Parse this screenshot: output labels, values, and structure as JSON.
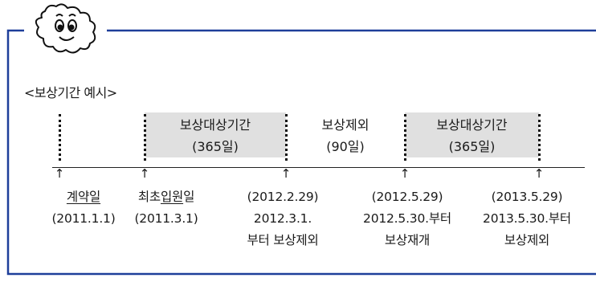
{
  "title": "<보상기간 예시>",
  "boxes": [
    {
      "line1": "보상대상기간",
      "line2": "(365일)"
    },
    {
      "line1": "보상제외",
      "line2": "(90일)"
    },
    {
      "line1": "보상대상기간",
      "line2": "(365일)"
    }
  ],
  "arrow_symbol": "↑",
  "milestones": [
    {
      "label": "계약일",
      "date": "(2011.1.1)"
    },
    {
      "label": "최초입원일",
      "date": "(2011.3.1)"
    },
    {
      "date": "(2012.2.29)",
      "line2": "2012.3.1.",
      "line3": "부터 보상제외"
    },
    {
      "date": "(2012.5.29)",
      "line2": "2012.5.30.부터",
      "line3": "보상재개"
    },
    {
      "date": "(2013.5.29)",
      "line2": "2013.5.30.부터",
      "line3": "보상제외"
    }
  ],
  "colors": {
    "frame": "#1e3f9a",
    "shade": "#e0e0e0"
  }
}
